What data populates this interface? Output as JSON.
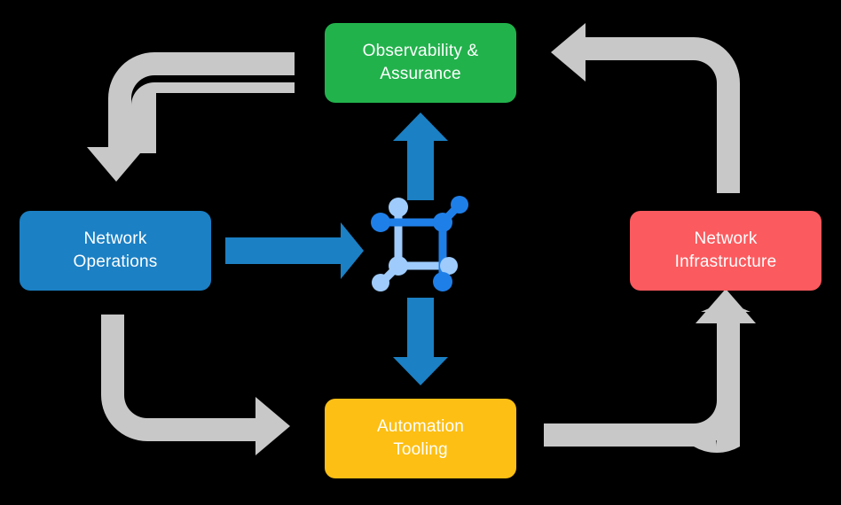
{
  "diagram": {
    "title": "Network operations lifecycle cycle diagram",
    "background_color": "#000000",
    "center_icon": {
      "name": "network-topology-icon",
      "primary_color": "#1f7fe8",
      "secondary_color": "#9ecbfb"
    },
    "nodes": [
      {
        "id": "observability",
        "label": "Observability &\nAssurance",
        "color": "#22b24c",
        "position": "top"
      },
      {
        "id": "operations",
        "label": "Network\nOperations",
        "color": "#1b80c4",
        "position": "left"
      },
      {
        "id": "infrastructure",
        "label": "Network\nInfrastructure",
        "color": "#fb5a5e",
        "position": "right"
      },
      {
        "id": "automation",
        "label": "Automation\nTooling",
        "color": "#fdbf13",
        "position": "bottom"
      }
    ],
    "blue_arrows": [
      {
        "id": "operations-to-center",
        "direction": "right",
        "color": "#1b80c4"
      },
      {
        "id": "center-to-observability",
        "direction": "up",
        "color": "#1b80c4"
      },
      {
        "id": "center-to-automation",
        "direction": "down",
        "color": "#1b80c4"
      }
    ],
    "gray_arrows": [
      {
        "id": "observability-to-operations",
        "direction": "down",
        "color": "#c8c8c8"
      },
      {
        "id": "operations-to-automation",
        "direction": "right",
        "color": "#c8c8c8"
      },
      {
        "id": "automation-to-infrastructure",
        "direction": "up",
        "color": "#c8c8c8"
      },
      {
        "id": "infrastructure-to-observability",
        "direction": "left",
        "color": "#c8c8c8"
      }
    ]
  }
}
